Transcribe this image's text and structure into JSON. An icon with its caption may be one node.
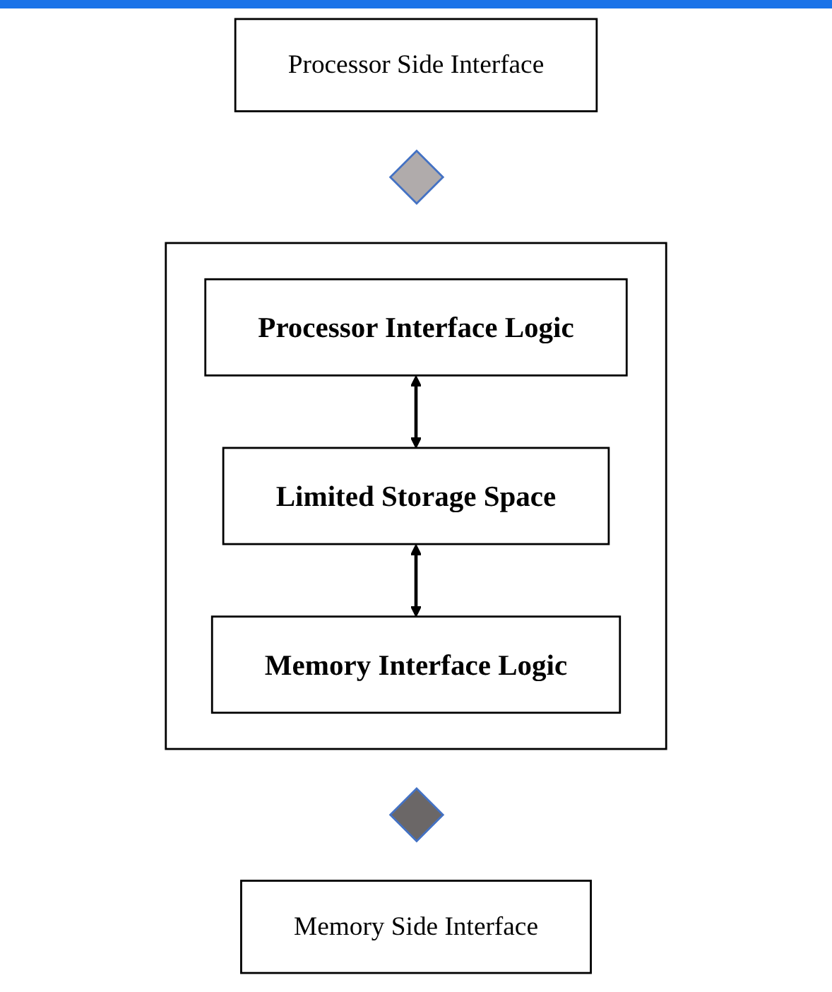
{
  "diagram": {
    "nodes": [
      {
        "text": [
          "Processor Side Interface"
        ]
      },
      {
        "text": [],
        "shape": "diamond"
      },
      {
        "text": [],
        "shape": "box"
      },
      {
        "text": [
          "Processor Interface Logic"
        ],
        "in": 2
      },
      {
        "text": [
          "Limited Storage Space"
        ],
        "in": 2
      },
      {
        "text": [
          "Memory Interface Logic"
        ],
        "in": 2
      },
      {
        "text": [],
        "shape": "diamond"
      },
      {
        "text": [
          "Memory Side Interface"
        ]
      }
    ],
    "edges": [
      {
        "from": 3,
        "to": 4,
        "arrow": "both"
      },
      {
        "from": 4,
        "to": 5,
        "arrow": "both"
      }
    ]
  }
}
